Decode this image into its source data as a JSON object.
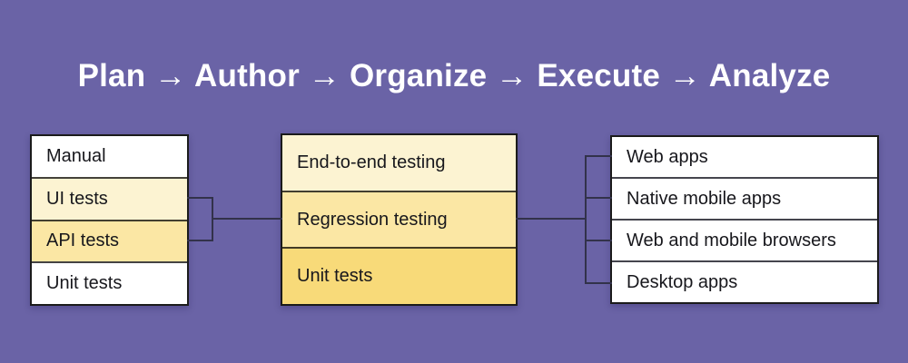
{
  "title": "Plan → Author → Organize → Execute → Analyze",
  "colors": {
    "background": "#6a63a6",
    "title_text": "#ffffff",
    "box_border": "#1b1b1b",
    "connector_line": "#32324a",
    "row_text": "#17171c",
    "row_white": "#ffffff",
    "row_light_yellow": "#fcf3d2",
    "row_mid_yellow": "#fbe7a4",
    "row_dark_yellow": "#f8da79"
  },
  "left_box": {
    "rows": [
      "Manual",
      "UI tests",
      "API tests",
      "Unit tests"
    ]
  },
  "middle_box": {
    "rows": [
      "End-to-end testing",
      "Regression testing",
      "Unit tests"
    ]
  },
  "right_box": {
    "rows": [
      "Web apps",
      "Native mobile apps",
      "Web and mobile browsers",
      "Desktop apps"
    ]
  }
}
